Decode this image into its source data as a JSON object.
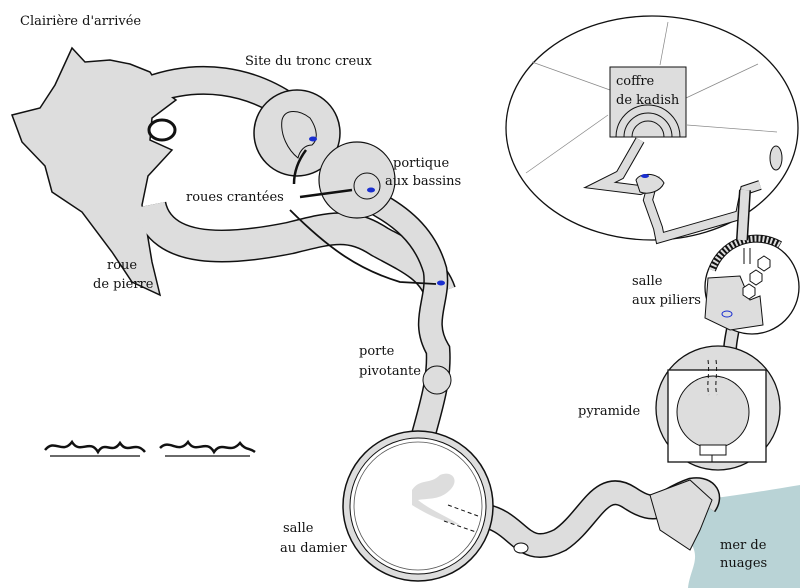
{
  "labels": {
    "clairiere": "Clairière d'arrivée",
    "tronc": "Site du tronc creux",
    "portique_1": "portique",
    "portique_2": "aux bassins",
    "roues": "roues crantées",
    "roue_1": "roue",
    "roue_2": "de pierre",
    "porte_1": "porte",
    "porte_2": "pivotante",
    "pyramide": "pyramide",
    "damier_1": "salle",
    "damier_2": "au damier",
    "mer_1": "mer de",
    "mer_2": "nuages",
    "coffre_1": "coffre",
    "coffre_2": "de kadish",
    "piliers_1": "salle",
    "piliers_2": "aux piliers"
  },
  "colors": {
    "floor": "#dddddd",
    "outline": "#111111",
    "sea": "#b9d3d6",
    "marker": "#1a2fd0"
  }
}
